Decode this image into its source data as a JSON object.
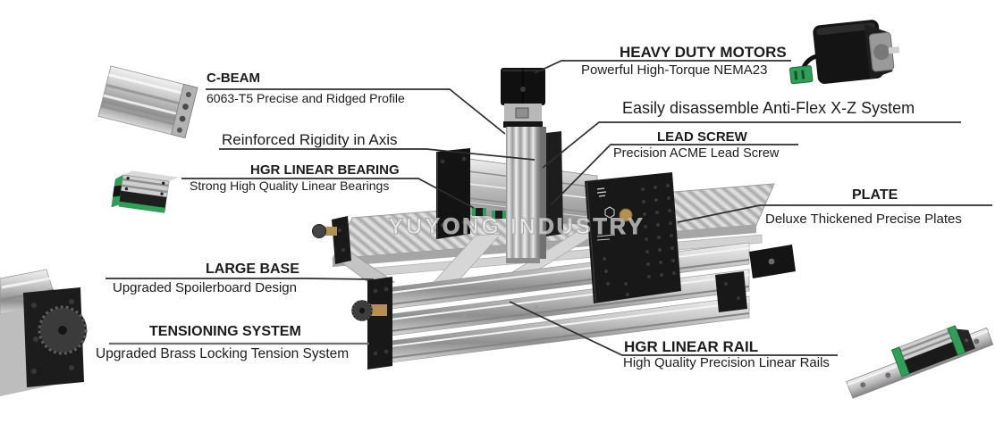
{
  "watermark": "YUYONG INDUSTRY",
  "callouts": {
    "heavy_duty_motors": {
      "title": "HEAVY DUTY MOTORS",
      "subtitle": "Powerful High-Torque NEMA23"
    },
    "c_beam": {
      "title": "C-BEAM",
      "subtitle": "6063-T5 Precise and Ridged Profile"
    },
    "reinforced_rigidity": {
      "title": "Reinforced Rigidity in Axis"
    },
    "hgr_linear_bearing": {
      "title": "HGR LINEAR BEARING",
      "subtitle": "Strong High Quality Linear Bearings"
    },
    "anti_flex": {
      "title": "Easily disassemble Anti-Flex X-Z System"
    },
    "lead_screw": {
      "title": "LEAD SCREW",
      "subtitle": "Precision ACME Lead Screw"
    },
    "plate": {
      "title": "PLATE",
      "subtitle": "Deluxe Thickened Precise Plates"
    },
    "large_base": {
      "title": "LARGE BASE",
      "subtitle": "Upgraded Spoilerboard Design"
    },
    "tensioning_system": {
      "title": "TENSIONING SYSTEM",
      "subtitle": "Upgraded Brass Locking Tension System"
    },
    "hgr_linear_rail": {
      "title": "HGR LINEAR RAIL",
      "subtitle": "High Quality Precision Linear Rails"
    }
  },
  "colors": {
    "accent_green": "#2f9e57",
    "brass": "#b5904e",
    "leader_line": "#2e2e2e",
    "text": "#1c1c1c"
  }
}
